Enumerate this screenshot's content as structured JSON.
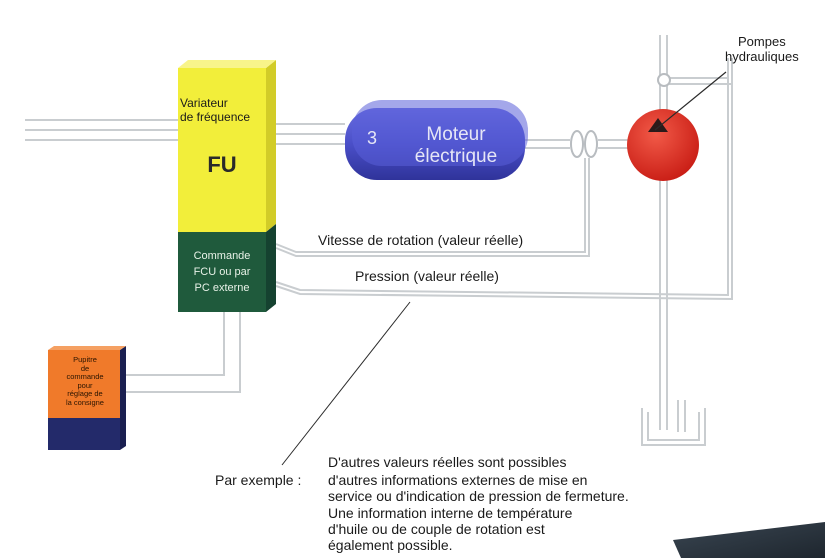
{
  "diagram": {
    "pumps_label": [
      "Pompes",
      "hydrauliques"
    ],
    "fu": {
      "title": [
        "Variateur",
        "de fréquence"
      ],
      "code": "FU"
    },
    "control": [
      "Commande",
      "FCU ou par",
      "PC externe"
    ],
    "motor": {
      "number": "3",
      "label": [
        "Moteur",
        "électrique"
      ]
    },
    "pupitre": [
      "Pupitre",
      "de",
      "commande",
      "pour",
      "réglage de",
      "la consigne"
    ],
    "signals": {
      "speed": "Vitesse de rotation (valeur réelle)",
      "pressure": "Pression (valeur réelle)"
    },
    "example_prefix": "Par exemple :",
    "notes": [
      "D'autres valeurs réelles sont possibles",
      "d'autres informations externes de mise en",
      "service ou d'indication de pression de fermeture.",
      "Une information interne de température",
      "d'huile ou de couple de rotation est",
      "également possible."
    ],
    "colors": {
      "fu_yellow": "#f2ee3a",
      "control_green": "#1f5a3c",
      "motor_blue": "#4a4fc8",
      "pump_red": "#e02b22",
      "pupitre_orange": "#f07a2a",
      "pupitre_navy": "#232a6a"
    }
  }
}
